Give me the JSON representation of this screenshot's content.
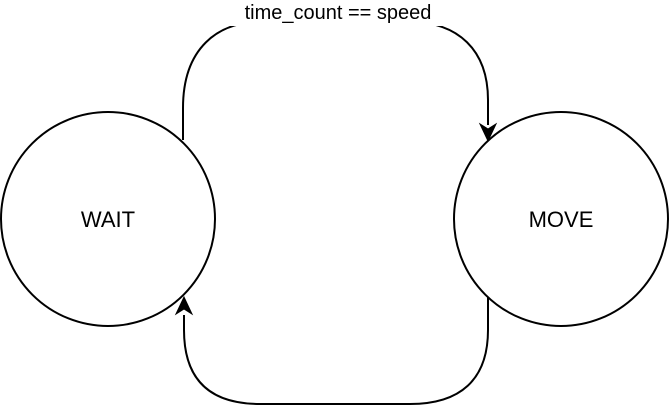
{
  "states": {
    "wait": {
      "label": "WAIT"
    },
    "move": {
      "label": "MOVE"
    }
  },
  "transitions": {
    "wait_to_move": {
      "from": "WAIT",
      "to": "MOVE",
      "label": "time_count == speed"
    },
    "move_to_wait": {
      "from": "MOVE",
      "to": "WAIT",
      "label": ""
    }
  },
  "colors": {
    "stroke": "#000000",
    "background": "#ffffff"
  }
}
